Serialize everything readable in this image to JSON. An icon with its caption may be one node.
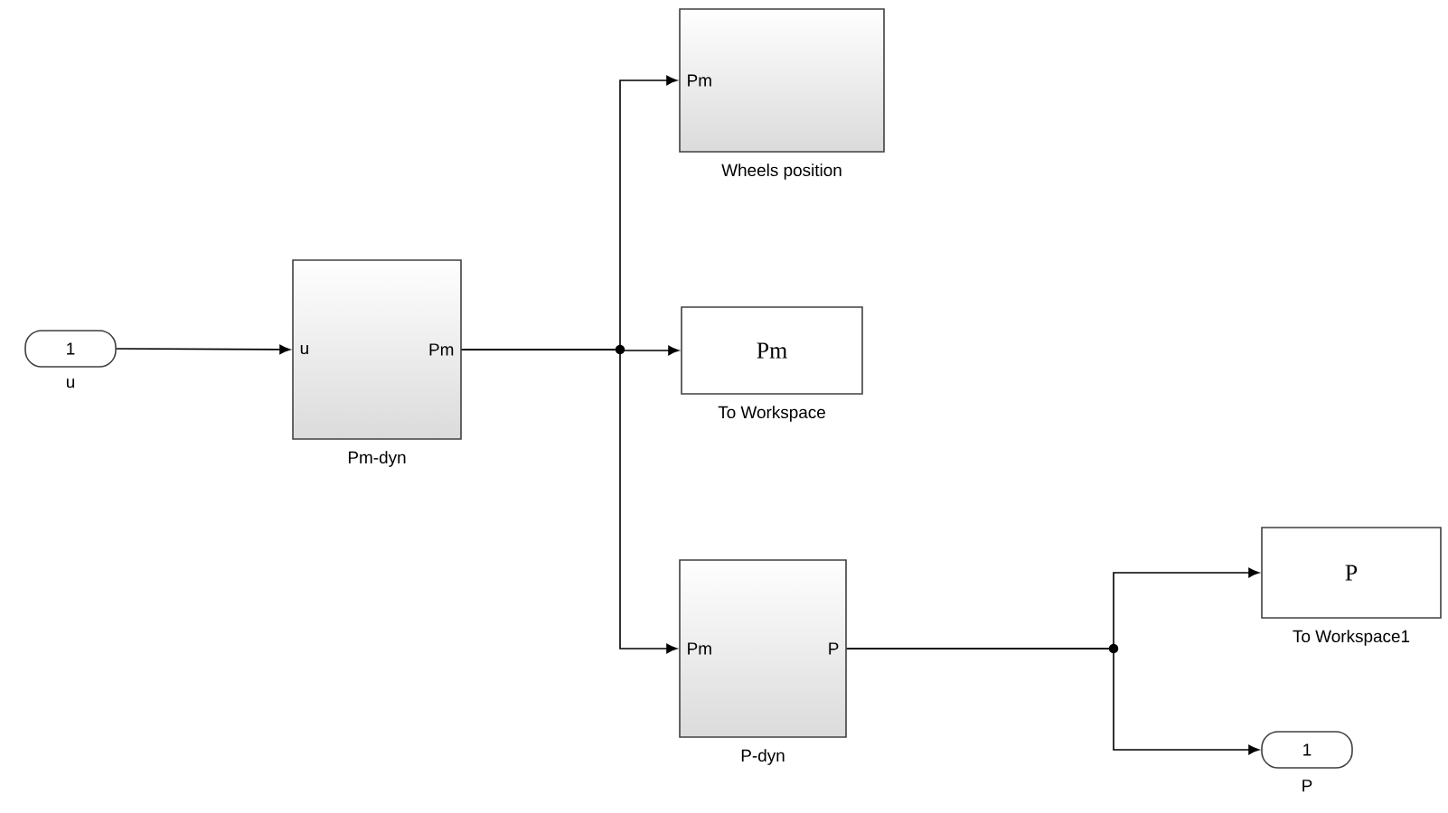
{
  "diagram": {
    "nodes": [
      {
        "text": [
          "1"
        ],
        "beside": [
          "u"
        ]
      },
      {
        "text": [
          "u",
          "Pm"
        ],
        "beside": [
          "Pm-dyn"
        ]
      },
      {
        "text": [
          "Pm"
        ],
        "beside": [
          "Wheels position"
        ]
      },
      {
        "text": [
          "Pm"
        ],
        "beside": [
          "To Workspace"
        ]
      },
      {
        "text": [
          "Pm",
          "P"
        ],
        "beside": [
          "P-dyn"
        ]
      },
      {
        "text": [
          "P"
        ],
        "beside": [
          "To Workspace1"
        ]
      },
      {
        "text": [
          "1"
        ],
        "beside": [
          "P"
        ]
      }
    ],
    "edges": [
      {
        "from": 0,
        "to": 1,
        "arrow": "to"
      },
      {
        "from": 1,
        "to": 2,
        "arrow": "to"
      },
      {
        "from": 1,
        "to": 3,
        "arrow": "to"
      },
      {
        "from": 1,
        "to": 4,
        "arrow": "to"
      },
      {
        "from": 4,
        "to": 5,
        "arrow": "to"
      },
      {
        "from": 4,
        "to": 6,
        "arrow": "to"
      }
    ]
  }
}
